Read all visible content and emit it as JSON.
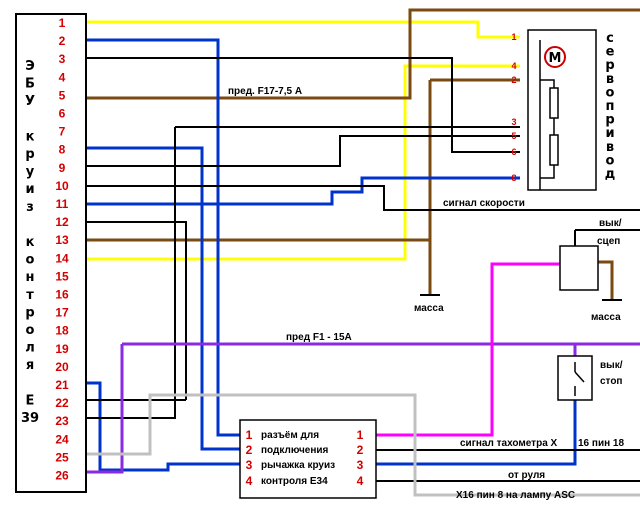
{
  "ecu": {
    "label_chars": [
      "Э",
      "Б",
      "У",
      "",
      "к",
      "р",
      "у",
      "и",
      "з",
      "",
      "к",
      "о",
      "н",
      "т",
      "р",
      "о",
      "л",
      "я",
      "",
      "Е",
      "39"
    ],
    "pins": [
      "1",
      "2",
      "3",
      "4",
      "5",
      "6",
      "7",
      "8",
      "9",
      "10",
      "11",
      "12",
      "13",
      "14",
      "15",
      "16",
      "17",
      "18",
      "19",
      "20",
      "21",
      "22",
      "23",
      "24",
      "25",
      "26"
    ]
  },
  "servo": {
    "label_chars": [
      "с",
      "е",
      "р",
      "в",
      "о",
      "п",
      "р",
      "и",
      "в",
      "о",
      "д"
    ],
    "motor_symbol": "M",
    "pins": [
      "1",
      "4",
      "2",
      "3",
      "5",
      "6",
      "8"
    ]
  },
  "connector": {
    "left_pins": [
      "1",
      "2",
      "3",
      "4"
    ],
    "right_pins": [
      "1",
      "2",
      "3",
      "4"
    ],
    "text_lines": [
      "разъём для",
      "подключения",
      "рычажка круиз",
      "контроля Е34"
    ]
  },
  "labels": {
    "fuse_f17": "пред. F17-7,5 А",
    "fuse_f1": "пред F1 - 15А",
    "speed_signal": "сигнал скорости",
    "ground_1": "масса",
    "ground_2": "масса",
    "clutch_switch_1": "вык/",
    "clutch_switch_2": "сцеп",
    "brake_switch_1": "вык/",
    "brake_switch_2": "стоп",
    "tacho_signal": "сигнал тахометра Х",
    "tacho_pin": "16 пин 18",
    "from_steering": "от руля",
    "asc_lamp": "Х16 пин 8 на лампу ASC"
  },
  "colors": {
    "yellow": "#ffff00",
    "blue": "#0033cc",
    "black": "#000000",
    "brown": "#7a4a10",
    "purple": "#8a2be2",
    "magenta": "#ff00ff",
    "gray": "#c0c0c0",
    "pin_red": "#d40000"
  }
}
